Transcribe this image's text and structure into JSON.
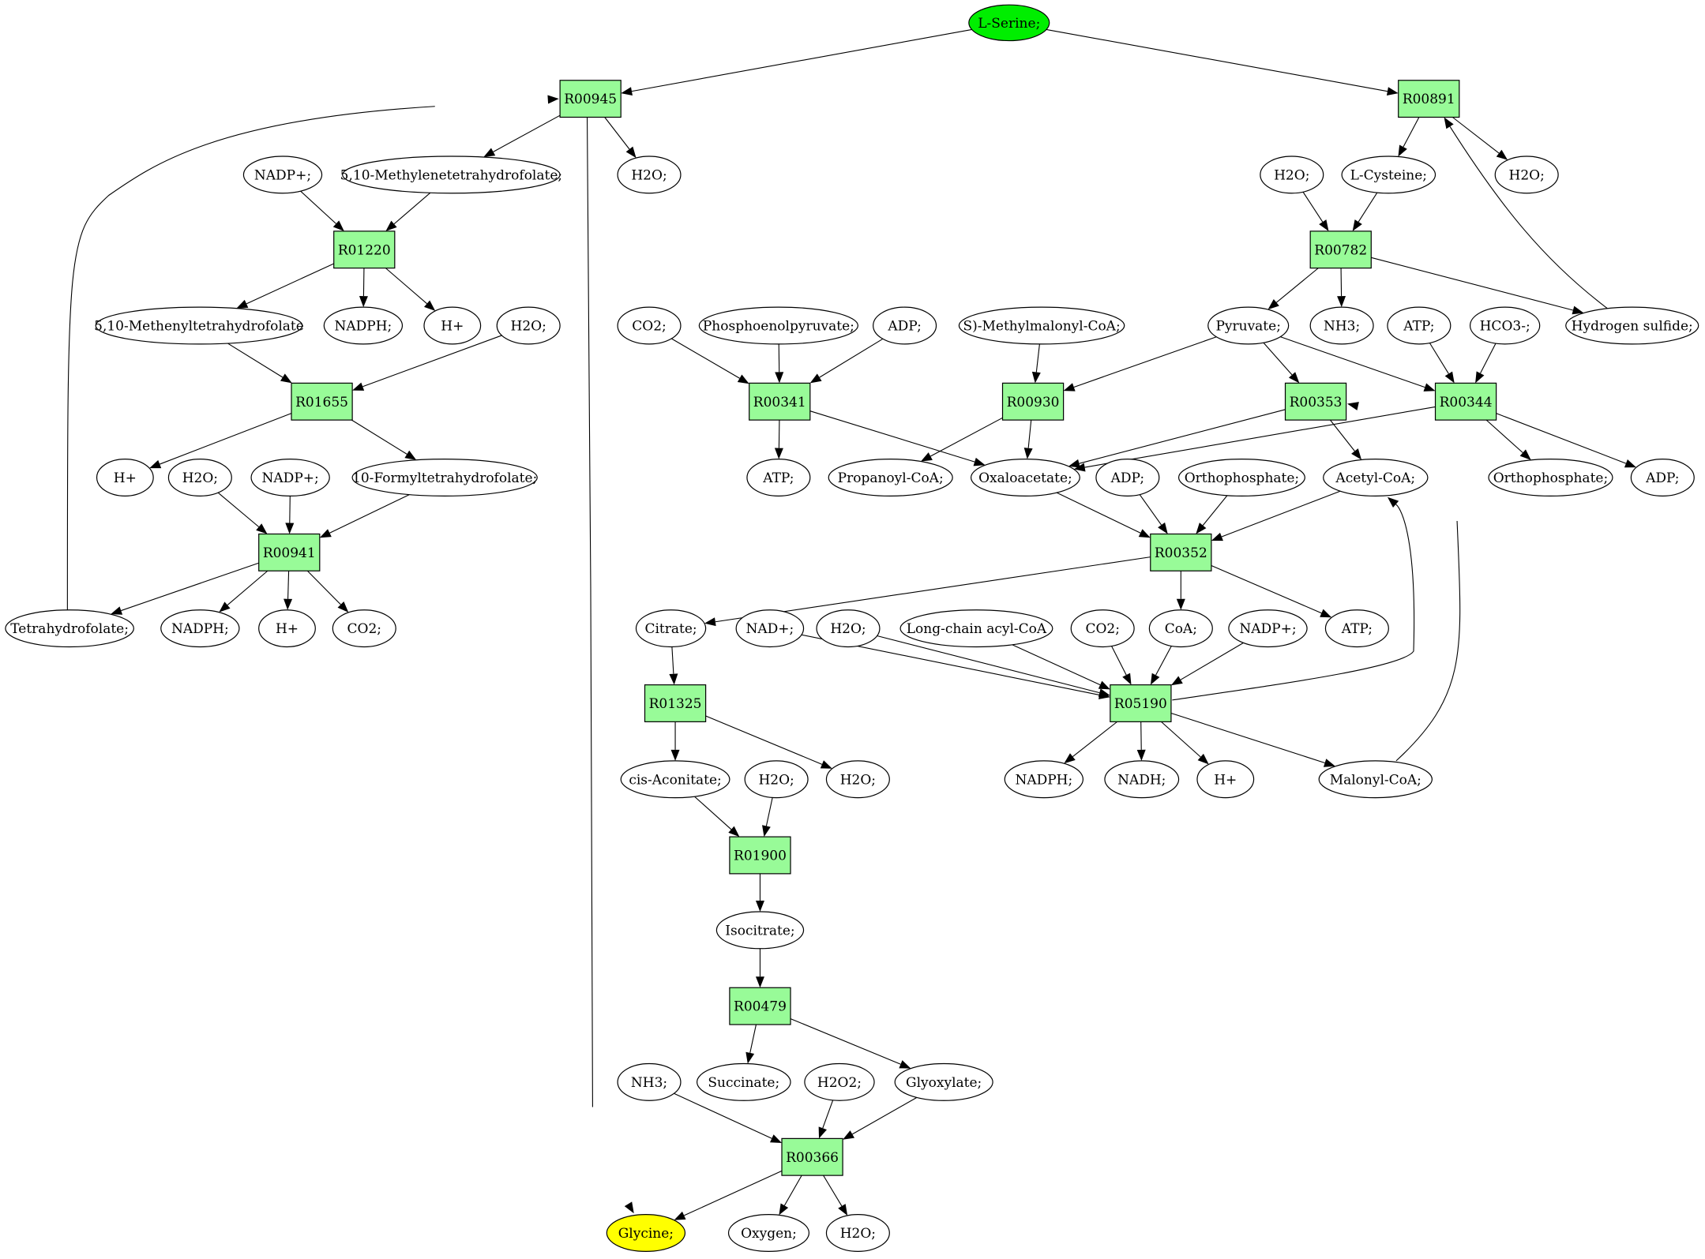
{
  "colors": {
    "reaction_fill": "#98fb98",
    "start_fill": "#00ee00",
    "target_fill": "#ffff00",
    "compound_fill": "#ffffff"
  },
  "nodes": [
    {
      "id": "lserine",
      "label": "L-Serine;",
      "kind": "start"
    },
    {
      "id": "r00945",
      "label": "R00945",
      "kind": "reaction"
    },
    {
      "id": "r00891",
      "label": "R00891",
      "kind": "reaction"
    },
    {
      "id": "nadpplus1",
      "label": "NADP+;",
      "kind": "compound"
    },
    {
      "id": "methylene",
      "label": "5,10-Methylenetetrahydrofolate;",
      "kind": "compound"
    },
    {
      "id": "h2o_a",
      "label": "H2O;",
      "kind": "compound"
    },
    {
      "id": "h2o_b",
      "label": "H2O;",
      "kind": "compound"
    },
    {
      "id": "lcys",
      "label": "L-Cysteine;",
      "kind": "compound"
    },
    {
      "id": "h2o_c",
      "label": "H2O;",
      "kind": "compound"
    },
    {
      "id": "r01220",
      "label": "R01220",
      "kind": "reaction"
    },
    {
      "id": "r00782",
      "label": "R00782",
      "kind": "reaction"
    },
    {
      "id": "methenyl",
      "label": "5,10-Methenyltetrahydrofolate",
      "kind": "compound"
    },
    {
      "id": "nadph1",
      "label": "NADPH;",
      "kind": "compound"
    },
    {
      "id": "hplus1",
      "label": "H+",
      "kind": "compound"
    },
    {
      "id": "h2o_d",
      "label": "H2O;",
      "kind": "compound"
    },
    {
      "id": "co2_a",
      "label": "CO2;",
      "kind": "compound"
    },
    {
      "id": "pep",
      "label": "Phosphoenolpyruvate;",
      "kind": "compound"
    },
    {
      "id": "adp_a",
      "label": "ADP;",
      "kind": "compound"
    },
    {
      "id": "smm",
      "label": "S)-Methylmalonyl-CoA;",
      "kind": "compound"
    },
    {
      "id": "pyruvate",
      "label": "Pyruvate;",
      "kind": "compound"
    },
    {
      "id": "nh3_a",
      "label": "NH3;",
      "kind": "compound"
    },
    {
      "id": "atp_a",
      "label": "ATP;",
      "kind": "compound"
    },
    {
      "id": "hco3",
      "label": "HCO3-;",
      "kind": "compound"
    },
    {
      "id": "h2s",
      "label": "Hydrogen sulfide;",
      "kind": "compound"
    },
    {
      "id": "r01655",
      "label": "R01655",
      "kind": "reaction"
    },
    {
      "id": "r00341",
      "label": "R00341",
      "kind": "reaction"
    },
    {
      "id": "r00930",
      "label": "R00930",
      "kind": "reaction"
    },
    {
      "id": "r00353",
      "label": "R00353",
      "kind": "reaction"
    },
    {
      "id": "r00344",
      "label": "R00344",
      "kind": "reaction"
    },
    {
      "id": "hplus2",
      "label": "H+",
      "kind": "compound"
    },
    {
      "id": "h2o_e",
      "label": "H2O;",
      "kind": "compound"
    },
    {
      "id": "nadpplus2",
      "label": "NADP+;",
      "kind": "compound"
    },
    {
      "id": "formyl",
      "label": "10-Formyltetrahydrofolate;",
      "kind": "compound"
    },
    {
      "id": "atp_b",
      "label": "ATP;",
      "kind": "compound"
    },
    {
      "id": "propanoyl",
      "label": "Propanoyl-CoA;",
      "kind": "compound"
    },
    {
      "id": "oxaloacetate",
      "label": "Oxaloacetate;",
      "kind": "compound"
    },
    {
      "id": "adp_b",
      "label": "ADP;",
      "kind": "compound"
    },
    {
      "id": "ortho_a",
      "label": "Orthophosphate;",
      "kind": "compound"
    },
    {
      "id": "acetylcoa",
      "label": "Acetyl-CoA;",
      "kind": "compound"
    },
    {
      "id": "ortho_b",
      "label": "Orthophosphate;",
      "kind": "compound"
    },
    {
      "id": "adp_c",
      "label": "ADP;",
      "kind": "compound"
    },
    {
      "id": "r00941",
      "label": "R00941",
      "kind": "reaction"
    },
    {
      "id": "r00352",
      "label": "R00352",
      "kind": "reaction"
    },
    {
      "id": "thf",
      "label": "Tetrahydrofolate;",
      "kind": "compound"
    },
    {
      "id": "nadph2",
      "label": "NADPH;",
      "kind": "compound"
    },
    {
      "id": "hplus3",
      "label": "H+",
      "kind": "compound"
    },
    {
      "id": "co2_b",
      "label": "CO2;",
      "kind": "compound"
    },
    {
      "id": "citrate",
      "label": "Citrate;",
      "kind": "compound"
    },
    {
      "id": "nadplus",
      "label": "NAD+;",
      "kind": "compound"
    },
    {
      "id": "h2o_f",
      "label": "H2O;",
      "kind": "compound"
    },
    {
      "id": "lcacyl",
      "label": "Long-chain acyl-CoA",
      "kind": "compound"
    },
    {
      "id": "co2_c",
      "label": "CO2;",
      "kind": "compound"
    },
    {
      "id": "coa",
      "label": "CoA;",
      "kind": "compound"
    },
    {
      "id": "nadpplus3",
      "label": "NADP+;",
      "kind": "compound"
    },
    {
      "id": "atp_c",
      "label": "ATP;",
      "kind": "compound"
    },
    {
      "id": "r01325",
      "label": "R01325",
      "kind": "reaction"
    },
    {
      "id": "r05190",
      "label": "R05190",
      "kind": "reaction"
    },
    {
      "id": "cisacon",
      "label": "cis-Aconitate;",
      "kind": "compound"
    },
    {
      "id": "h2o_g",
      "label": "H2O;",
      "kind": "compound"
    },
    {
      "id": "h2o_h",
      "label": "H2O;",
      "kind": "compound"
    },
    {
      "id": "nadph3",
      "label": "NADPH;",
      "kind": "compound"
    },
    {
      "id": "nadh",
      "label": "NADH;",
      "kind": "compound"
    },
    {
      "id": "hplus4",
      "label": "H+",
      "kind": "compound"
    },
    {
      "id": "malonyl",
      "label": "Malonyl-CoA;",
      "kind": "compound"
    },
    {
      "id": "r01900",
      "label": "R01900",
      "kind": "reaction"
    },
    {
      "id": "isocitrate",
      "label": "Isocitrate;",
      "kind": "compound"
    },
    {
      "id": "r00479",
      "label": "R00479",
      "kind": "reaction"
    },
    {
      "id": "nh3_b",
      "label": "NH3;",
      "kind": "compound"
    },
    {
      "id": "succinate",
      "label": "Succinate;",
      "kind": "compound"
    },
    {
      "id": "h2o2",
      "label": "H2O2;",
      "kind": "compound"
    },
    {
      "id": "glyoxylate",
      "label": "Glyoxylate;",
      "kind": "compound"
    },
    {
      "id": "r00366",
      "label": "R00366",
      "kind": "reaction"
    },
    {
      "id": "glycine",
      "label": "Glycine;",
      "kind": "target"
    },
    {
      "id": "oxygen",
      "label": "Oxygen;",
      "kind": "compound"
    },
    {
      "id": "h2o_i",
      "label": "H2O;",
      "kind": "compound"
    }
  ],
  "edges": [
    [
      "lserine",
      "r00945"
    ],
    [
      "lserine",
      "r00891"
    ],
    [
      "r00945",
      "methylene"
    ],
    [
      "r00945",
      "h2o_a"
    ],
    [
      "r00945",
      "glycine"
    ],
    [
      "r00891",
      "lcys"
    ],
    [
      "r00891",
      "h2o_c"
    ],
    [
      "nadpplus1",
      "r01220"
    ],
    [
      "methylene",
      "r01220"
    ],
    [
      "h2o_b",
      "r00782"
    ],
    [
      "lcys",
      "r00782"
    ],
    [
      "r01220",
      "methenyl"
    ],
    [
      "r01220",
      "nadph1"
    ],
    [
      "r01220",
      "hplus1"
    ],
    [
      "r00782",
      "pyruvate"
    ],
    [
      "r00782",
      "nh3_a"
    ],
    [
      "r00782",
      "h2s"
    ],
    [
      "h2s",
      "r00891"
    ],
    [
      "methenyl",
      "r01655"
    ],
    [
      "h2o_d",
      "r01655"
    ],
    [
      "r01655",
      "hplus2"
    ],
    [
      "r01655",
      "formyl"
    ],
    [
      "co2_a",
      "r00341"
    ],
    [
      "pep",
      "r00341"
    ],
    [
      "adp_a",
      "r00341"
    ],
    [
      "r00341",
      "atp_b"
    ],
    [
      "r00341",
      "oxaloacetate"
    ],
    [
      "smm",
      "r00930"
    ],
    [
      "pyruvate",
      "r00930"
    ],
    [
      "r00930",
      "propanoyl"
    ],
    [
      "r00930",
      "oxaloacetate"
    ],
    [
      "pyruvate",
      "r00353"
    ],
    [
      "r00353",
      "oxaloacetate"
    ],
    [
      "r00353",
      "acetylcoa"
    ],
    [
      "pyruvate",
      "r00344"
    ],
    [
      "atp_a",
      "r00344"
    ],
    [
      "hco3",
      "r00344"
    ],
    [
      "r00344",
      "oxaloacetate"
    ],
    [
      "r00344",
      "ortho_b"
    ],
    [
      "r00344",
      "adp_c"
    ],
    [
      "h2o_e",
      "r00941"
    ],
    [
      "nadpplus2",
      "r00941"
    ],
    [
      "formyl",
      "r00941"
    ],
    [
      "r00941",
      "thf"
    ],
    [
      "r00941",
      "nadph2"
    ],
    [
      "r00941",
      "hplus3"
    ],
    [
      "r00941",
      "co2_b"
    ],
    [
      "thf",
      "r00945"
    ],
    [
      "oxaloacetate",
      "r00352"
    ],
    [
      "adp_b",
      "r00352"
    ],
    [
      "ortho_a",
      "r00352"
    ],
    [
      "acetylcoa",
      "r00352"
    ],
    [
      "r00352",
      "citrate"
    ],
    [
      "r00352",
      "coa"
    ],
    [
      "r00352",
      "atp_c"
    ],
    [
      "nadplus",
      "r05190"
    ],
    [
      "h2o_f",
      "r05190"
    ],
    [
      "lcacyl",
      "r05190"
    ],
    [
      "co2_c",
      "r05190"
    ],
    [
      "coa",
      "r05190"
    ],
    [
      "nadpplus3",
      "r05190"
    ],
    [
      "r05190",
      "acetylcoa"
    ],
    [
      "r05190",
      "nadph3"
    ],
    [
      "r05190",
      "nadh"
    ],
    [
      "r05190",
      "hplus4"
    ],
    [
      "r05190",
      "malonyl"
    ],
    [
      "malonyl",
      "r00353"
    ],
    [
      "citrate",
      "r01325"
    ],
    [
      "r01325",
      "cisacon"
    ],
    [
      "r01325",
      "h2o_h"
    ],
    [
      "cisacon",
      "r01900"
    ],
    [
      "h2o_g",
      "r01900"
    ],
    [
      "r01900",
      "isocitrate"
    ],
    [
      "isocitrate",
      "r00479"
    ],
    [
      "r00479",
      "succinate"
    ],
    [
      "r00479",
      "glyoxylate"
    ],
    [
      "nh3_b",
      "r00366"
    ],
    [
      "h2o2",
      "r00366"
    ],
    [
      "glyoxylate",
      "r00366"
    ],
    [
      "r00366",
      "glycine"
    ],
    [
      "r00366",
      "oxygen"
    ],
    [
      "r00366",
      "h2o_i"
    ]
  ]
}
